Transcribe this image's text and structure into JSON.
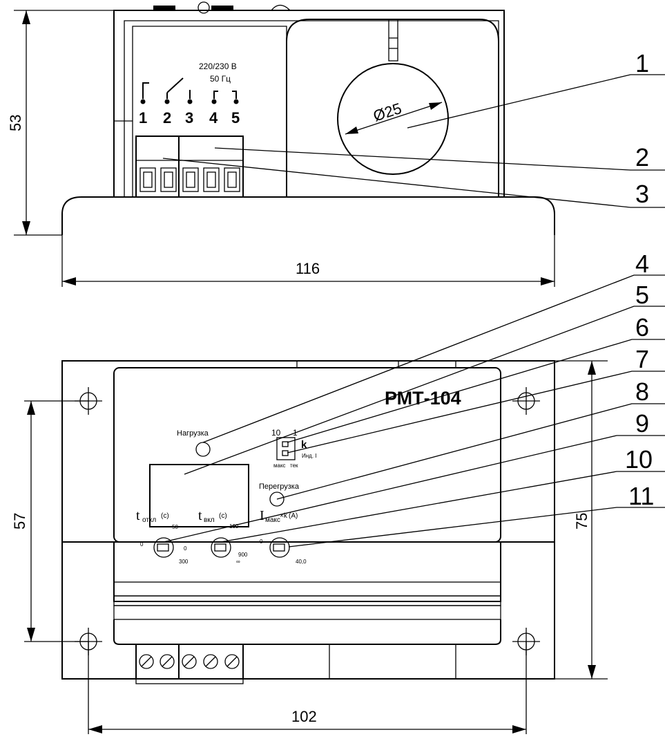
{
  "dimensions": {
    "top_height": "53",
    "top_width": "116",
    "front_height_mount": "57",
    "front_height_total": "75",
    "front_width_mount": "102",
    "hole_diameter": "Ø25"
  },
  "supply": {
    "voltage": "220/230 В",
    "frequency": "50 Гц"
  },
  "terminals": [
    "1",
    "2",
    "3",
    "4",
    "5"
  ],
  "callouts": [
    "1",
    "2",
    "3",
    "4",
    "5",
    "6",
    "7",
    "8",
    "9",
    "10",
    "11"
  ],
  "panel": {
    "model": "РМТ-104",
    "load_label": "Нагрузка",
    "overload_label": "Перегрузка",
    "switch_left": "10",
    "switch_right": "1",
    "switch_k": "k",
    "switch_ind": "Инд. I",
    "switch_max": "макс",
    "switch_cur": "тек",
    "knob1": {
      "main": "t",
      "sub": "откл",
      "unit": "(c)",
      "min": "0",
      "mid": "50",
      "zero": "0",
      "max": "300"
    },
    "knob2": {
      "main": "t",
      "sub": "вкл",
      "unit": "(c)",
      "mid": "100",
      "max1": "900",
      "max2": "∞"
    },
    "knob3": {
      "main": "I",
      "sub": "макс",
      "mult": "×k",
      "unit": "(A)",
      "min": "0",
      "max": "40,0"
    }
  }
}
